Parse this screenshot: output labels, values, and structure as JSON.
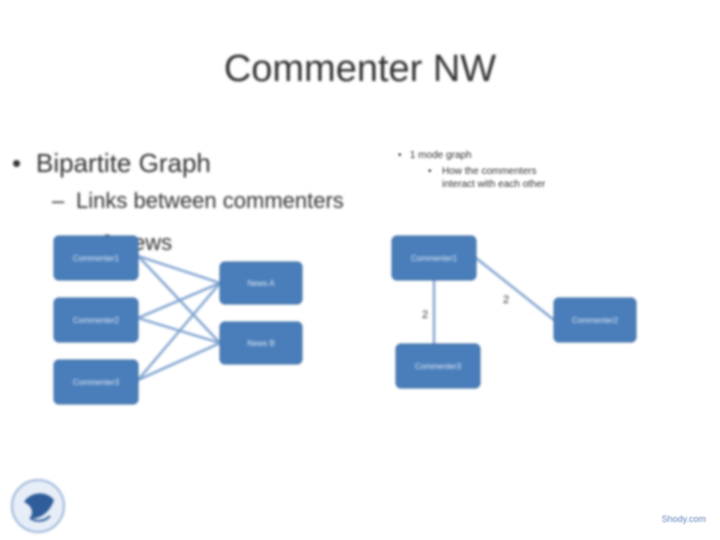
{
  "slide": {
    "title": "Commenter NW",
    "bullet1": "Bipartite Graph",
    "sub_bullet_line1": "Links between commenters",
    "sub_bullet_line2": "& news",
    "side_note1": "1 mode graph",
    "side_note2_line1": "How the commenters",
    "side_note2_line2": "interact with each other",
    "footer": "Shody.com"
  },
  "bipartite": {
    "commenters": [
      "Commenter1",
      "Commenter2",
      "Commenter3"
    ],
    "news": [
      "News A",
      "News B"
    ]
  },
  "one_mode": {
    "nodes": [
      "Commenter1",
      "Commenter2",
      "Commenter3"
    ],
    "weights": [
      "2",
      "2"
    ]
  },
  "colors": {
    "node_fill": "#4a7ebb",
    "edge": "#7fa3cf",
    "footer_link": "#5a7fb8"
  },
  "icons": {
    "logo": "shield-logo-icon"
  }
}
